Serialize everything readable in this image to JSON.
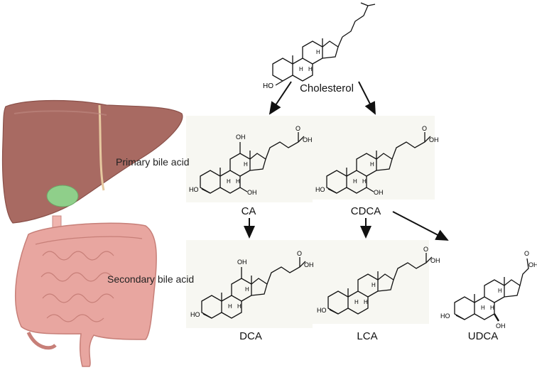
{
  "compounds": {
    "cholesterol": "Cholesterol",
    "ca": "CA",
    "cdca": "CDCA",
    "dca": "DCA",
    "lca": "LCA",
    "udca": "UDCA"
  },
  "categories": {
    "primary": "Primary bile acid",
    "secondary": "Secondary bile acid"
  },
  "atom_labels": {
    "hydroxyl": "HO",
    "oh": "OH",
    "o": "O",
    "h": "H"
  },
  "colors": {
    "liver": "#a86a62",
    "gallbladder": "#8fcf8a",
    "intestine": "#e8a6a0",
    "arrow": "#111111",
    "structure": "#111111"
  },
  "icons": [
    "liver-illustration",
    "intestine-illustration"
  ]
}
